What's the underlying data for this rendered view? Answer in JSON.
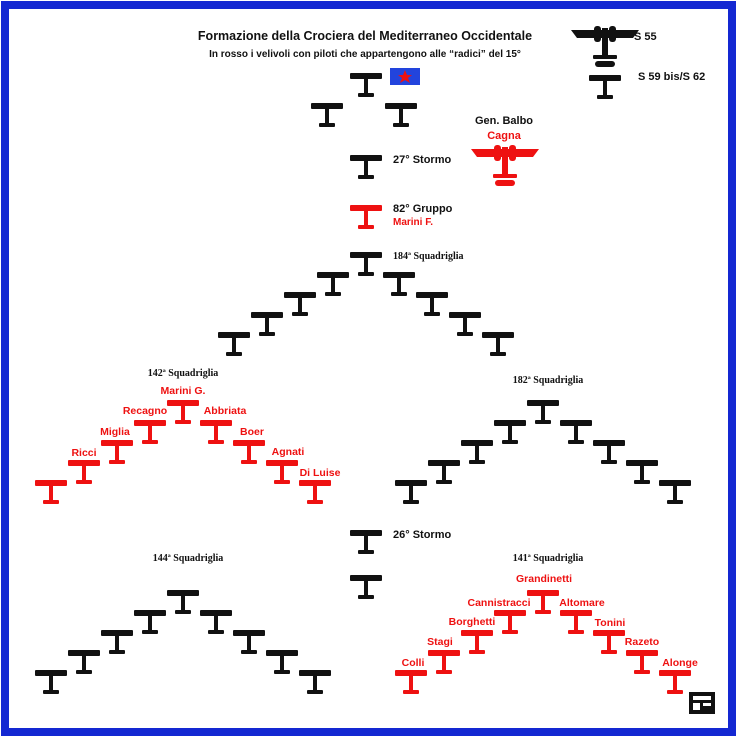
{
  "header": {
    "title": "Formazione della Crociera del Mediterraneo Occidentale",
    "subtitle": "In rosso i velivoli con piloti che appartengono alle “radici” del 15°"
  },
  "legend": {
    "s55_label": "S 55",
    "s59_label": "S 59 bis/S 62"
  },
  "command": {
    "commander": "Gen. Balbo",
    "commander_pilot": "Cagna",
    "stormo27": "27° Stormo",
    "gruppo82": "82° Gruppo",
    "gruppo82_pilot": "Marini F."
  },
  "squadrons": {
    "sq184": "184ª Squadriglia",
    "sq142": "142ª Squadriglia",
    "sq182": "182ª Squadriglia",
    "stormo26": "26° Stormo",
    "sq144": "144ª Squadriglia",
    "sq141": "141ª Squadriglia"
  },
  "pilots_142": [
    "Marini G.",
    "Recagno",
    "Abbriata",
    "Miglia",
    "Boer",
    "Ricci",
    "Agnati",
    "Di Luise"
  ],
  "pilots_141": [
    "Grandinetti",
    "Cannistracci",
    "Altomare",
    "Borghetti",
    "Tonini",
    "Stagi",
    "Razeto",
    "Colli",
    "Alonge"
  ],
  "colors": {
    "frame": "#1428d2",
    "highlight": "#ee1111",
    "plane": "#111111",
    "flag_blue": "#2244dd",
    "flag_star": "#ee1111"
  },
  "icons": {
    "plane": "seaplane-icon",
    "flag": "flag-icon",
    "logo": "logo-icon"
  }
}
